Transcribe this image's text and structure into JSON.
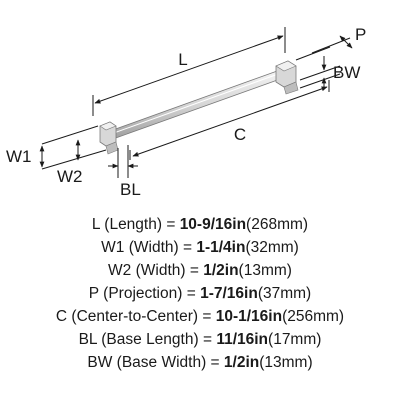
{
  "diagram": {
    "labels": {
      "L": "L",
      "C": "C",
      "W1": "W1",
      "W2": "W2",
      "BL": "BL",
      "P": "P",
      "BW": "BW"
    }
  },
  "specs": [
    {
      "key": "L",
      "desc": "(Length) = ",
      "imperial": "10-9/16in",
      "metric": "(268mm)"
    },
    {
      "key": "W1",
      "desc": "(Width) = ",
      "imperial": "1-1/4in",
      "metric": "(32mm)"
    },
    {
      "key": "W2",
      "desc": "(Width) = ",
      "imperial": "1/2in",
      "metric": "(13mm)"
    },
    {
      "key": "P",
      "desc": "(Projection) = ",
      "imperial": "1-7/16in",
      "metric": "(37mm)"
    },
    {
      "key": "C",
      "desc": "(Center-to-Center) = ",
      "imperial": "10-1/16in",
      "metric": "(256mm)"
    },
    {
      "key": "BL",
      "desc": "(Base Length) = ",
      "imperial": "11/16in",
      "metric": "(17mm)"
    },
    {
      "key": "BW",
      "desc": "(Base Width) = ",
      "imperial": "1/2in",
      "metric": "(13mm)"
    }
  ]
}
